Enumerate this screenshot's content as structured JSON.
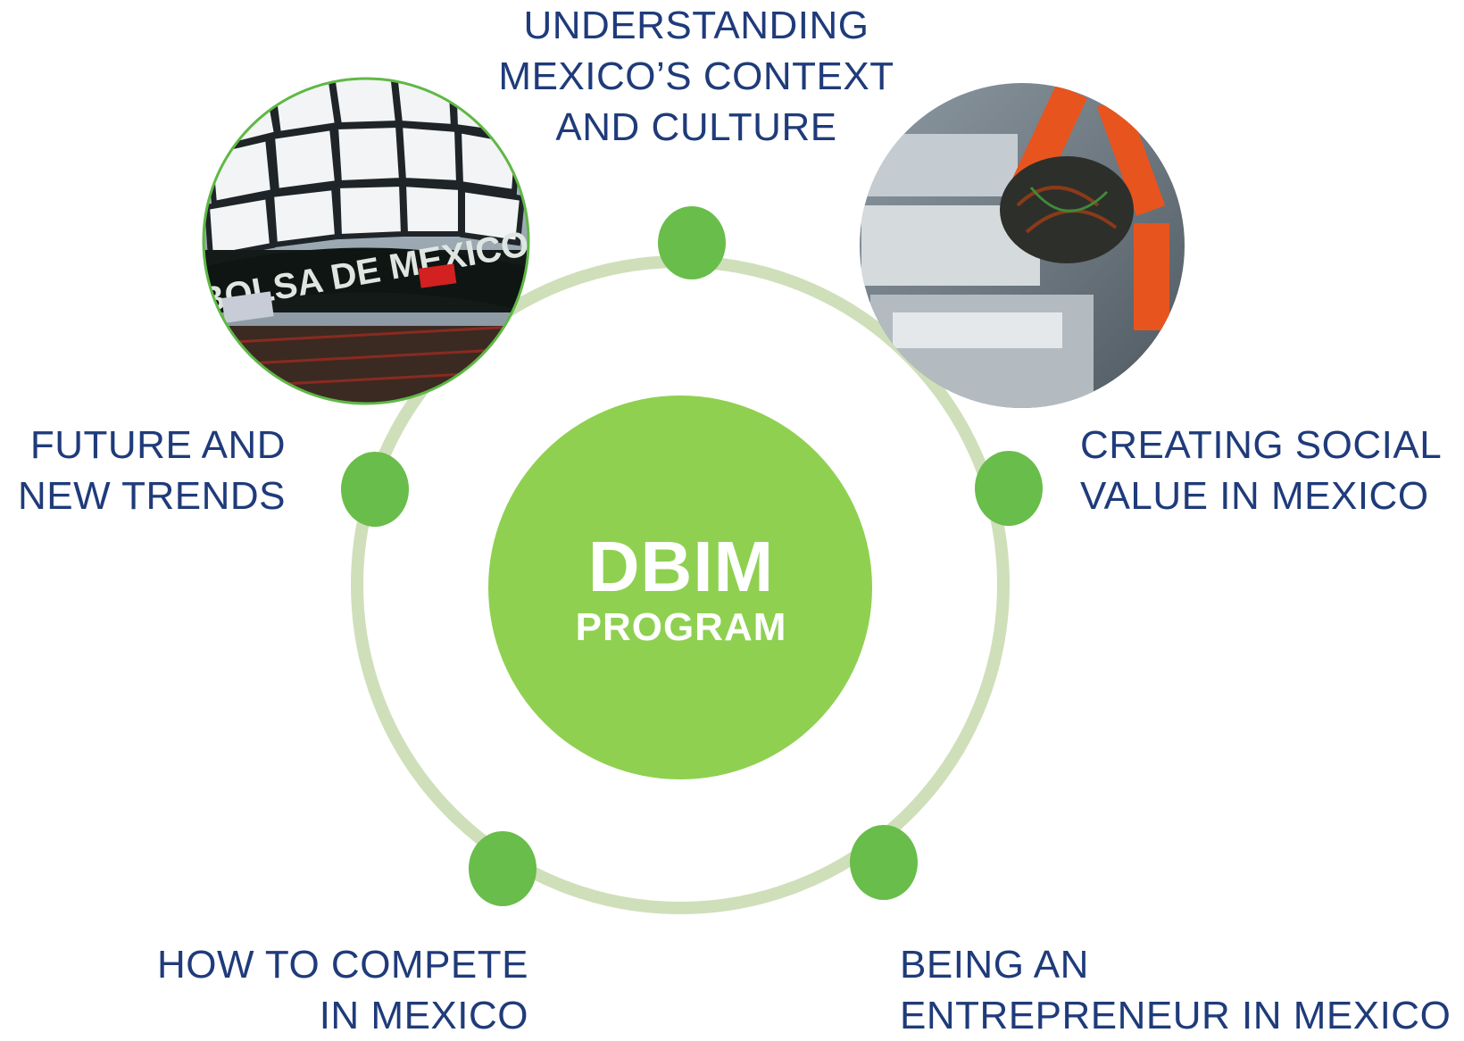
{
  "center": {
    "title": "DBIM",
    "subtitle": "PROGRAM"
  },
  "topics": {
    "top": [
      "UNDERSTANDING",
      "MEXICO’S CONTEXT",
      "AND CULTURE"
    ],
    "right": [
      "CREATING SOCIAL",
      "VALUE IN MEXICO"
    ],
    "left": [
      "FUTURE AND",
      "NEW TRENDS"
    ],
    "bottom_left": [
      "HOW TO COMPETE",
      "IN MEXICO"
    ],
    "bottom_right": [
      "BEING AN",
      "ENTREPRENEUR IN MEXICO"
    ]
  },
  "photo_left": {
    "sign_text": "BOLSA DE MEXICO"
  },
  "colors": {
    "ring": "#cfdfba",
    "node": "#69bd4a",
    "center": "#8fd051",
    "text": "#1f3b7a",
    "photo_border": "#5fb845"
  }
}
